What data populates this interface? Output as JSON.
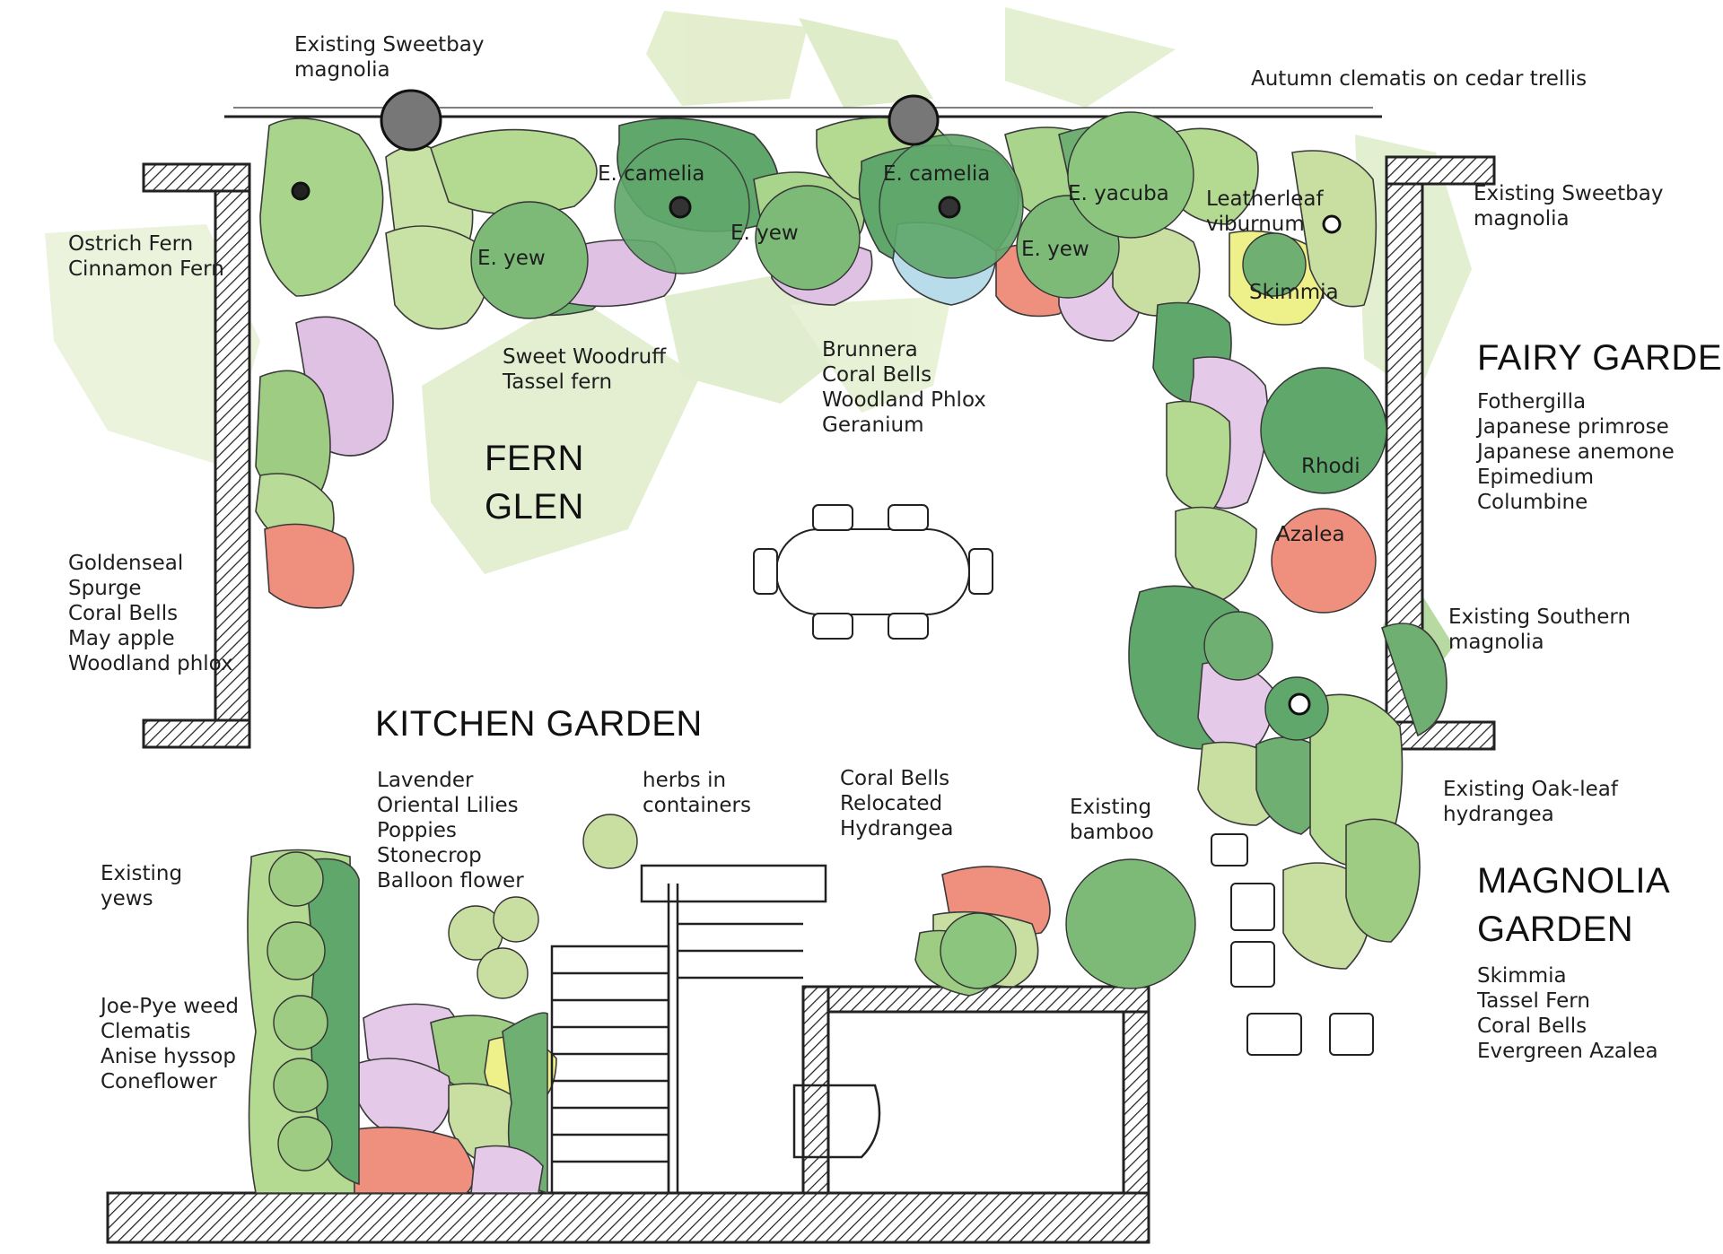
{
  "zones": {
    "fern_glen": [
      "FERN",
      "GLEN"
    ],
    "fairy_garden": "FAIRY GARDEN",
    "kitchen_garden": "KITCHEN GARDEN",
    "magnolia_garden": [
      "MAGNOLIA",
      "GARDEN"
    ]
  },
  "labels": {
    "sweetbay_top": [
      "Existing Sweetbay",
      "magnolia"
    ],
    "clematis_trellis": "Autumn clematis on cedar trellis",
    "sweetbay_right": [
      "Existing Sweetbay",
      "magnolia"
    ],
    "ferns_left": [
      "Ostrich Fern",
      "Cinnamon Fern"
    ],
    "camelia_1": "E. camelia",
    "camelia_2": "E. camelia",
    "yew_1": "E. yew",
    "yew_2": "E. yew",
    "yew_3": "E. yew",
    "yacuba": "E. yacuba",
    "viburnum": [
      "Leatherleaf",
      "viburnum"
    ],
    "skimmia": "Skimmia",
    "rhodi": "Rhodi",
    "azalea": "Azalea",
    "woodruff": [
      "Sweet Woodruff",
      "Tassel fern"
    ],
    "brunnera": [
      "Brunnera",
      "Coral Bells",
      "Woodland Phlox",
      "Geranium"
    ],
    "fairy_plants": [
      "Fothergilla",
      "Japanese primrose",
      "Japanese anemone",
      "Epimedium",
      "Columbine"
    ],
    "goldenseal": [
      "Goldenseal",
      "Spurge",
      "Coral Bells",
      "May apple",
      "Woodland phlox"
    ],
    "southern_magnolia": [
      "Existing Southern",
      "magnolia"
    ],
    "kitchen_plants": [
      "Lavender",
      "Oriental Lilies",
      "Poppies",
      "Stonecrop",
      "Balloon flower"
    ],
    "herbs": [
      "herbs in",
      "containers"
    ],
    "coral_relocated": [
      "Coral Bells",
      "Relocated",
      "Hydrangea"
    ],
    "bamboo": [
      "Existing",
      "bamboo"
    ],
    "oakleaf": [
      "Existing Oak-leaf",
      "hydrangea"
    ],
    "existing_yews": [
      "Existing",
      "yews"
    ],
    "joe_pye": [
      "Joe-Pye weed",
      "Clematis",
      "Anise hyssop",
      "Coneflower"
    ],
    "magnolia_plants": [
      "Skimmia",
      "Tassel Fern",
      "Coral Bells",
      "Evergreen Azalea"
    ]
  },
  "colors": {
    "light_green": "#c9dfa2",
    "mid_green": "#9fcc83",
    "dark_green": "#5fa76a",
    "pink": "#e3c4e6",
    "red": "#ef8f7d",
    "yellow": "#eef08a",
    "blue": "#b8dcea",
    "ink": "#1f1f1f"
  }
}
